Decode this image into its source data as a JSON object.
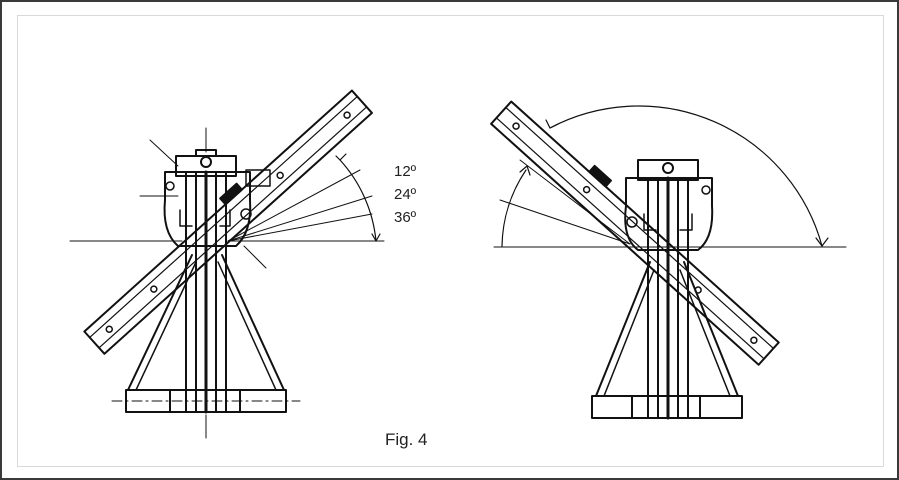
{
  "figure": {
    "caption": "Fig. 4",
    "angle_labels": [
      "12º",
      "24º",
      "36º"
    ]
  }
}
